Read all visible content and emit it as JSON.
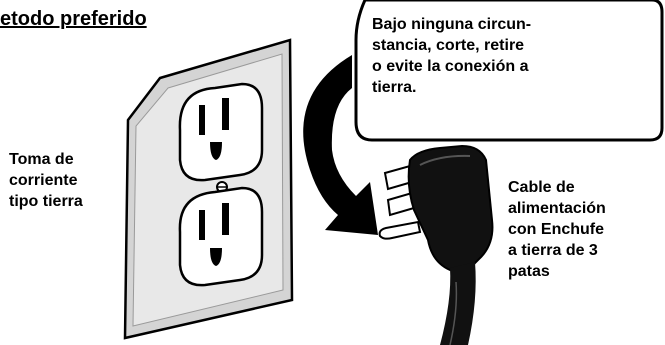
{
  "title": "etodo preferido",
  "warning": {
    "lines": [
      "Bajo ninguna circun-",
      "stancia, corte, retire",
      "o evite la conexión a",
      "tierra."
    ]
  },
  "outlet_label": {
    "lines": [
      "Toma de",
      "corriente",
      "tipo tierra"
    ]
  },
  "plug_label": {
    "lines": [
      "Cable de",
      "alimentación",
      "con Enchufe",
      "a tierra de 3",
      "patas"
    ]
  }
}
